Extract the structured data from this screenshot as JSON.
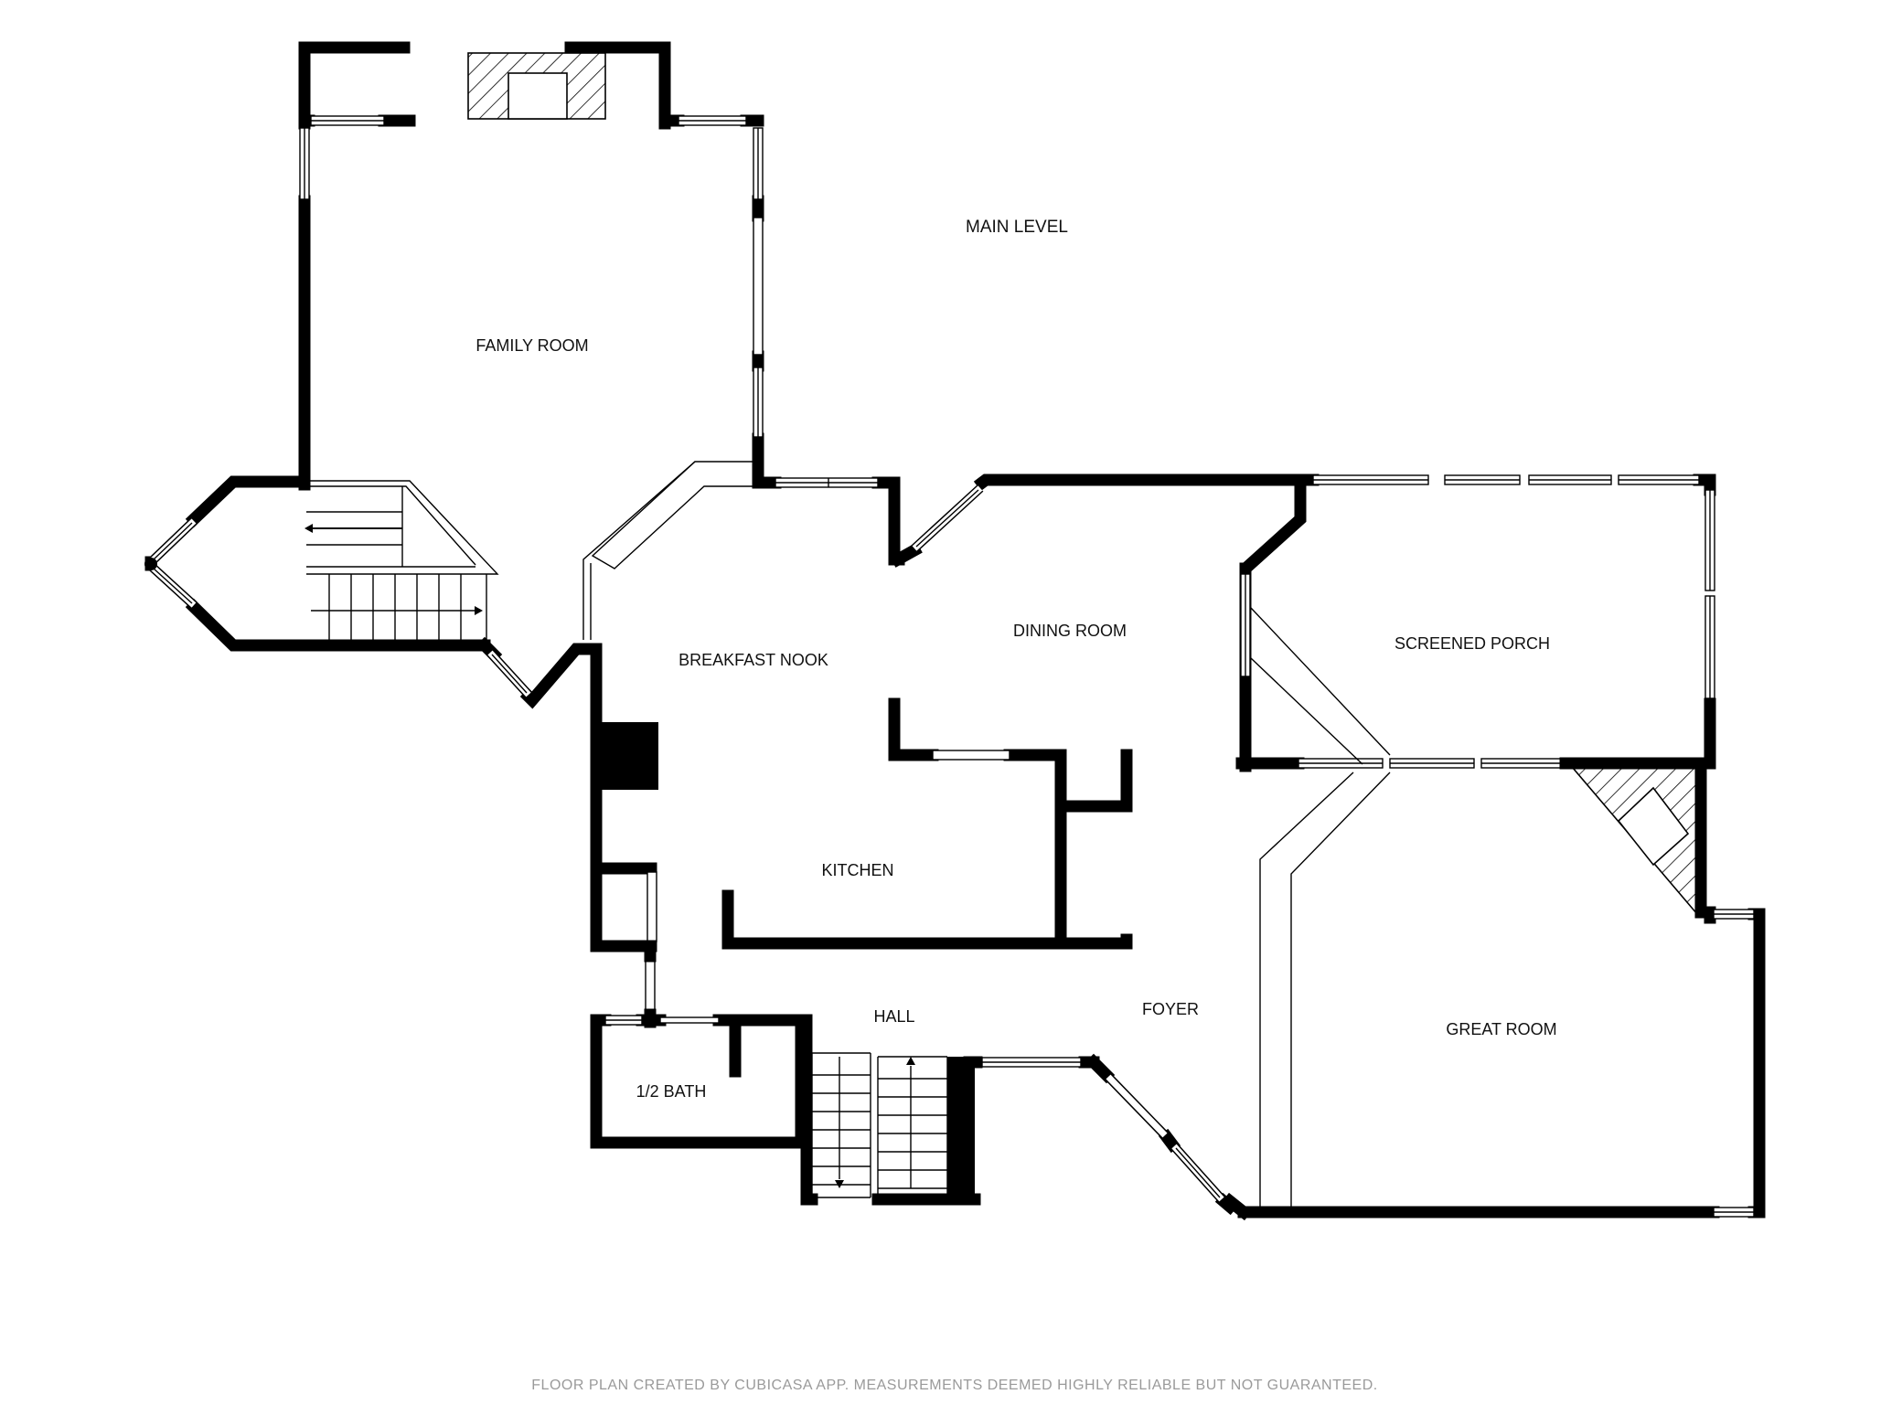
{
  "plan": {
    "level_title": "MAIN LEVEL",
    "footer_note": "FLOOR PLAN CREATED BY CUBICASA APP. MEASUREMENTS DEEMED HIGHLY RELIABLE BUT NOT GUARANTEED.",
    "rooms": {
      "family_room": "FAMILY ROOM",
      "breakfast_nook": "BREAKFAST NOOK",
      "dining_room": "DINING ROOM",
      "screened_porch": "SCREENED PORCH",
      "kitchen": "KITCHEN",
      "hall": "HALL",
      "foyer": "FOYER",
      "great_room": "GREAT ROOM",
      "half_bath": "1/2 BATH"
    },
    "colors": {
      "wall": "#000000",
      "background": "#ffffff",
      "footer_text": "#9a9a9a"
    }
  }
}
